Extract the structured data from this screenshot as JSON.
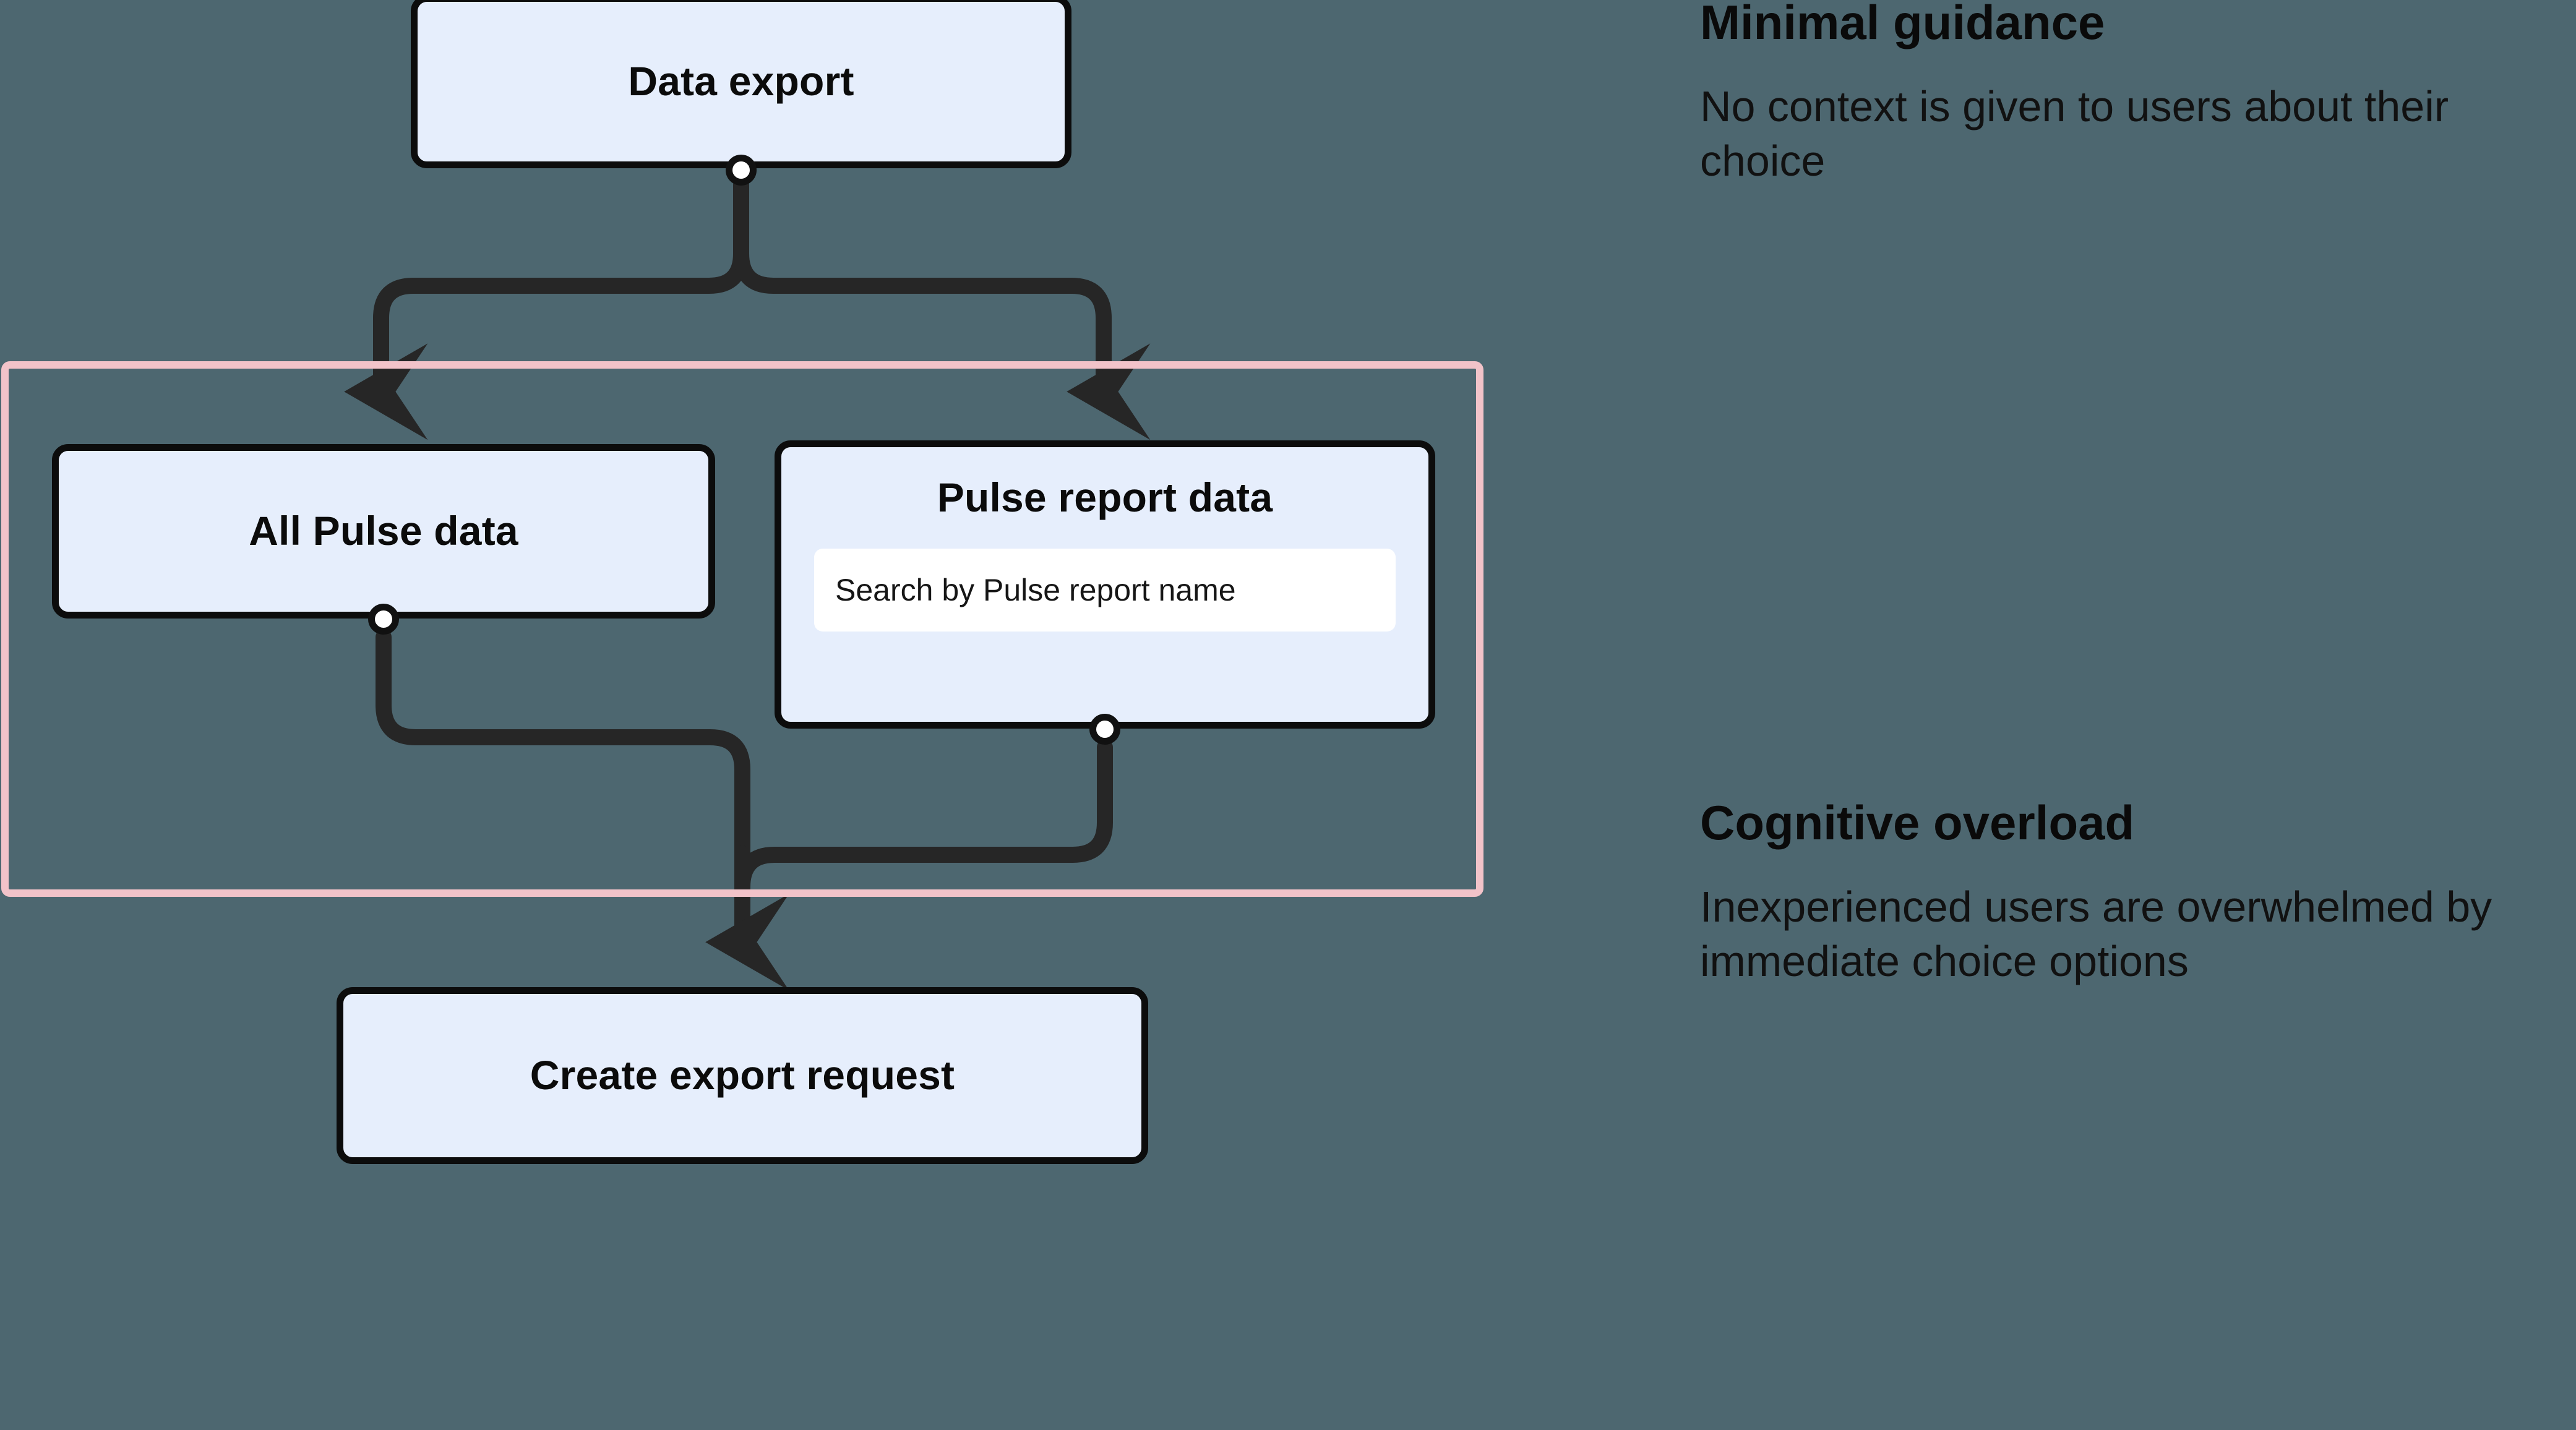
{
  "theme": {
    "background": "#4d6770",
    "node_fill": "#e6eefc",
    "node_stroke": "#0c0c0c",
    "edge_color": "#262626",
    "highlight_border": "#f2c3c9",
    "field_fill": "#ffffff",
    "text_color": "#0a0a0a"
  },
  "flow": {
    "nodes": [
      {
        "id": "data-export",
        "label": "Data export"
      },
      {
        "id": "all-pulse-data",
        "label": "All Pulse data"
      },
      {
        "id": "pulse-report-data",
        "label": "Pulse report data",
        "search_placeholder": "Search by Pulse report name",
        "search_value": ""
      },
      {
        "id": "create-export-request",
        "label": "Create export request"
      }
    ],
    "edges": [
      {
        "from": "data-export",
        "to": "all-pulse-data"
      },
      {
        "from": "data-export",
        "to": "pulse-report-data"
      },
      {
        "from": "all-pulse-data",
        "to": "create-export-request"
      },
      {
        "from": "pulse-report-data",
        "to": "create-export-request"
      }
    ],
    "highlight_group": {
      "label": "choice-options-group",
      "contains": [
        "all-pulse-data",
        "pulse-report-data"
      ]
    }
  },
  "annotations": [
    {
      "id": "minimal-guidance",
      "heading": "Minimal guidance",
      "body": "No context is given to users about their choice"
    },
    {
      "id": "cognitive-overload",
      "heading": "Cognitive overload",
      "body": "Inexperienced users are overwhelmed by immediate choice options"
    }
  ]
}
